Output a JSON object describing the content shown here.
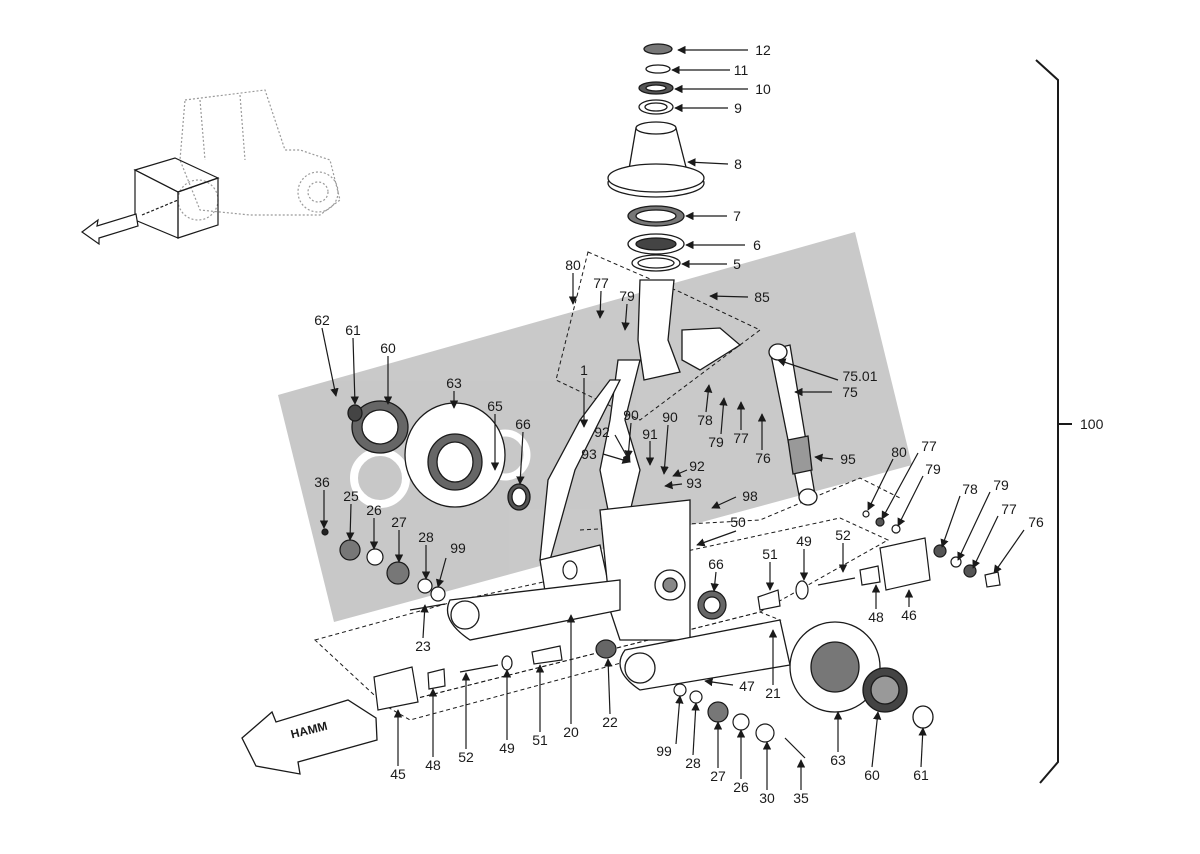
{
  "diagram": {
    "watermark_color": "#a8a8a8",
    "line_color": "#1a1a1a",
    "brand_arrow_label": "HAMM",
    "group_label": "100",
    "labels": [
      {
        "id": "12",
        "text": "12"
      },
      {
        "id": "11",
        "text": "11"
      },
      {
        "id": "10",
        "text": "10"
      },
      {
        "id": "9",
        "text": "9"
      },
      {
        "id": "8",
        "text": "8"
      },
      {
        "id": "7",
        "text": "7"
      },
      {
        "id": "6",
        "text": "6"
      },
      {
        "id": "5",
        "text": "5"
      },
      {
        "id": "85",
        "text": "85"
      },
      {
        "id": "80a",
        "text": "80"
      },
      {
        "id": "77a",
        "text": "77"
      },
      {
        "id": "79a",
        "text": "79"
      },
      {
        "id": "1",
        "text": "1"
      },
      {
        "id": "75_01",
        "text": "75.01"
      },
      {
        "id": "75",
        "text": "75"
      },
      {
        "id": "78a",
        "text": "78"
      },
      {
        "id": "79b",
        "text": "79"
      },
      {
        "id": "77b",
        "text": "77"
      },
      {
        "id": "76a",
        "text": "76"
      },
      {
        "id": "95",
        "text": "95"
      },
      {
        "id": "90a",
        "text": "90"
      },
      {
        "id": "90b",
        "text": "90"
      },
      {
        "id": "91",
        "text": "91"
      },
      {
        "id": "92a",
        "text": "92"
      },
      {
        "id": "93a",
        "text": "93"
      },
      {
        "id": "92b",
        "text": "92"
      },
      {
        "id": "93b",
        "text": "93"
      },
      {
        "id": "98",
        "text": "98"
      },
      {
        "id": "62",
        "text": "62"
      },
      {
        "id": "61a",
        "text": "61"
      },
      {
        "id": "60a",
        "text": "60"
      },
      {
        "id": "63a",
        "text": "63"
      },
      {
        "id": "65",
        "text": "65"
      },
      {
        "id": "66a",
        "text": "66"
      },
      {
        "id": "36",
        "text": "36"
      },
      {
        "id": "25",
        "text": "25"
      },
      {
        "id": "26a",
        "text": "26"
      },
      {
        "id": "27a",
        "text": "27"
      },
      {
        "id": "28a",
        "text": "28"
      },
      {
        "id": "99a",
        "text": "99"
      },
      {
        "id": "23",
        "text": "23"
      },
      {
        "id": "50",
        "text": "50"
      },
      {
        "id": "80b",
        "text": "80"
      },
      {
        "id": "77c",
        "text": "77"
      },
      {
        "id": "79c",
        "text": "79"
      },
      {
        "id": "78b",
        "text": "78"
      },
      {
        "id": "79d",
        "text": "79"
      },
      {
        "id": "77d",
        "text": "77"
      },
      {
        "id": "76b",
        "text": "76"
      },
      {
        "id": "51a",
        "text": "51"
      },
      {
        "id": "49a",
        "text": "49"
      },
      {
        "id": "52a",
        "text": "52"
      },
      {
        "id": "48a",
        "text": "48"
      },
      {
        "id": "46",
        "text": "46"
      },
      {
        "id": "66b",
        "text": "66"
      },
      {
        "id": "47",
        "text": "47"
      },
      {
        "id": "21",
        "text": "21"
      },
      {
        "id": "20",
        "text": "20"
      },
      {
        "id": "22",
        "text": "22"
      },
      {
        "id": "45",
        "text": "45"
      },
      {
        "id": "48b",
        "text": "48"
      },
      {
        "id": "52b",
        "text": "52"
      },
      {
        "id": "49b",
        "text": "49"
      },
      {
        "id": "51b",
        "text": "51"
      },
      {
        "id": "99b",
        "text": "99"
      },
      {
        "id": "28b",
        "text": "28"
      },
      {
        "id": "27b",
        "text": "27"
      },
      {
        "id": "26b",
        "text": "26"
      },
      {
        "id": "30",
        "text": "30"
      },
      {
        "id": "35",
        "text": "35"
      },
      {
        "id": "63b",
        "text": "63"
      },
      {
        "id": "60b",
        "text": "60"
      },
      {
        "id": "61b",
        "text": "61"
      }
    ]
  }
}
